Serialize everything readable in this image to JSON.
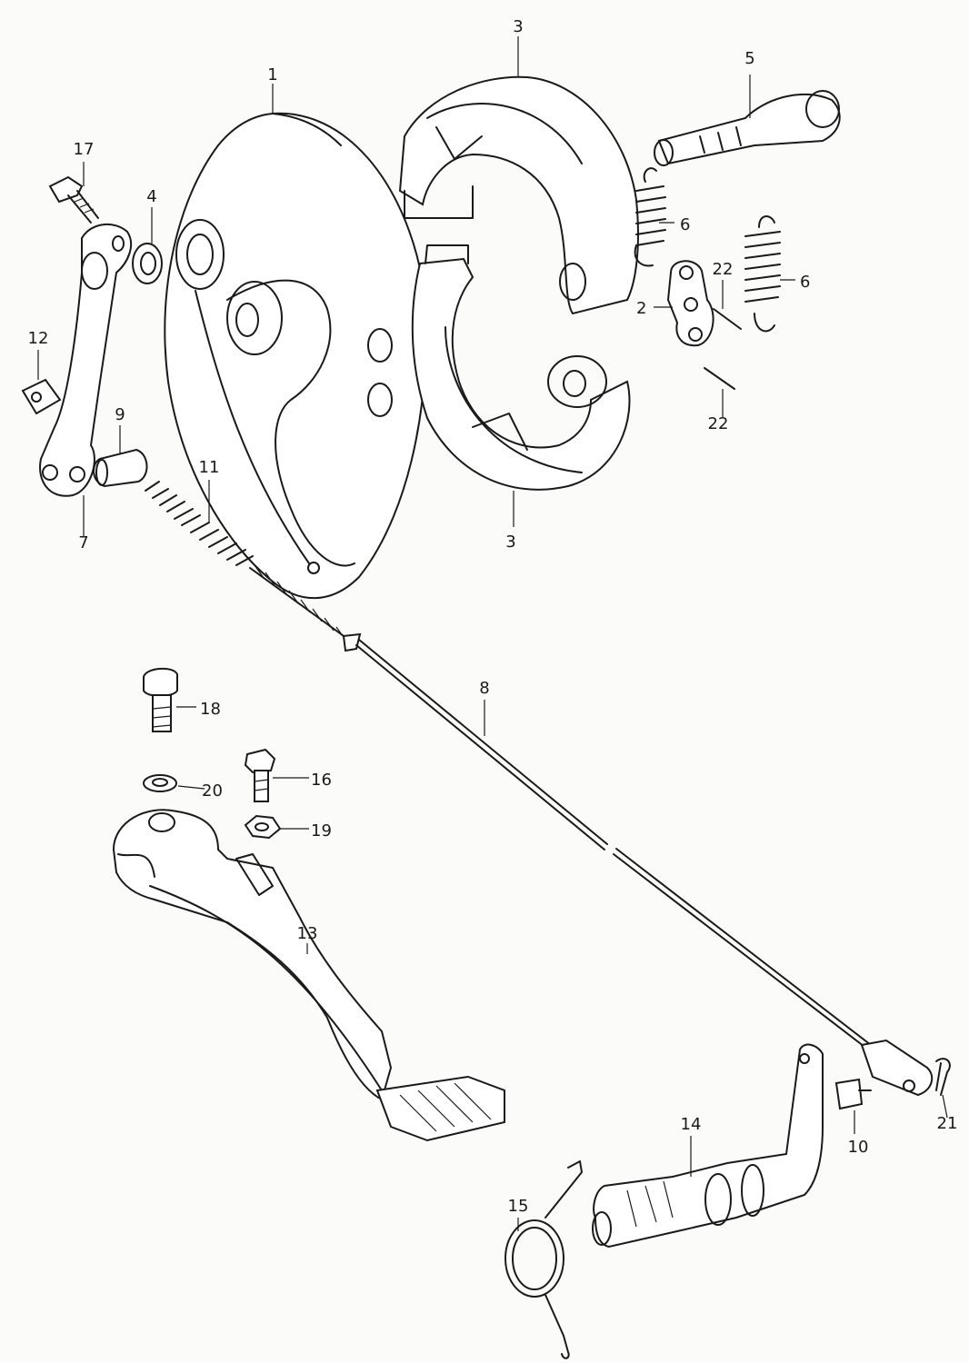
{
  "callouts": {
    "c1": "1",
    "c2": "2",
    "c3_top": "3",
    "c3_bottom": "3",
    "c4": "4",
    "c5": "5",
    "c6_a": "6",
    "c6_b": "6",
    "c7": "7",
    "c8": "8",
    "c9": "9",
    "c10": "10",
    "c11": "11",
    "c12": "12",
    "c13": "13",
    "c14": "14",
    "c15": "15",
    "c16": "16",
    "c17": "17",
    "c18": "18",
    "c19": "19",
    "c20": "20",
    "c21": "21",
    "c22_a": "22",
    "c22_b": "22"
  },
  "colors": {
    "ink": "#1a1a1a",
    "paper": "#fbfbf9"
  }
}
